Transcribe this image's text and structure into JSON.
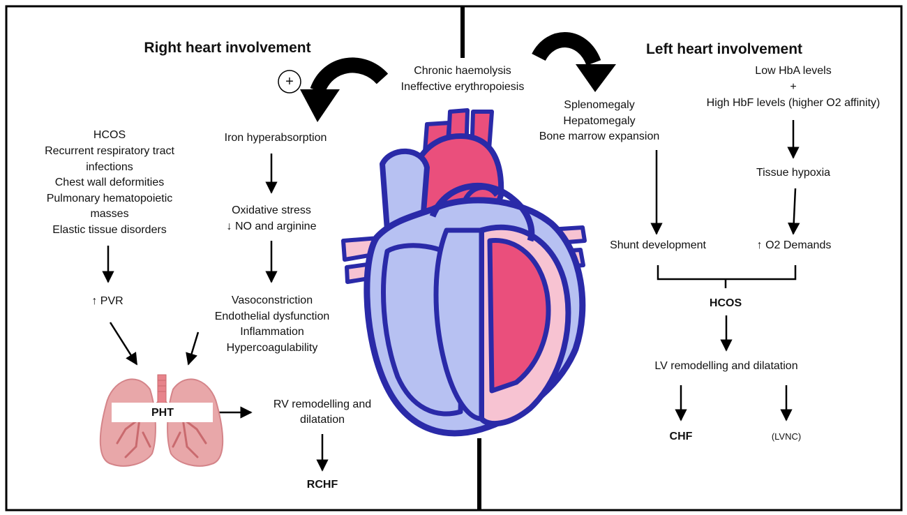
{
  "right": {
    "title": "Right heart involvement",
    "plus": "+",
    "causes": [
      "HCOS",
      "Recurrent respiratory tract",
      "infections",
      "Chest wall deformities",
      "Pulmonary hematopoietic",
      "masses",
      "Elastic tissue disorders"
    ],
    "iron": "Iron hyperabsorption",
    "oxidative": [
      "Oxidative stress",
      "↓ NO and arginine"
    ],
    "vaso": [
      "Vasoconstriction",
      "Endothelial dysfunction",
      "Inflammation",
      "Hypercoagulability"
    ],
    "pvr": "↑ PVR",
    "pht": "PHT",
    "rv": [
      "RV remodelling and",
      "dilatation"
    ],
    "rchf": "RCHF"
  },
  "center": {
    "top": [
      "Chronic haemolysis",
      "Ineffective erythropoiesis"
    ]
  },
  "left": {
    "title": "Left heart involvement",
    "organ": [
      "Splenomegaly",
      "Hepatomegaly",
      "Bone marrow expansion"
    ],
    "hb": [
      "Low HbA levels",
      "+",
      "High HbF levels (higher O2 affinity)"
    ],
    "hypoxia": "Tissue hypoxia",
    "shunt": "Shunt development",
    "o2": "↑ O2 Demands",
    "hcos": "HCOS",
    "lv": "LV remodelling and dilatation",
    "chf": "CHF",
    "lvnc": "(LVNC)"
  },
  "colors": {
    "heart_outline": "#2a2aa8",
    "heart_blue": "#b7c1f2",
    "heart_pink": "#ea4f7c",
    "heart_light_pink": "#f7c3d2",
    "lung": "#e39a9c",
    "lung_dark": "#c96a6e"
  }
}
